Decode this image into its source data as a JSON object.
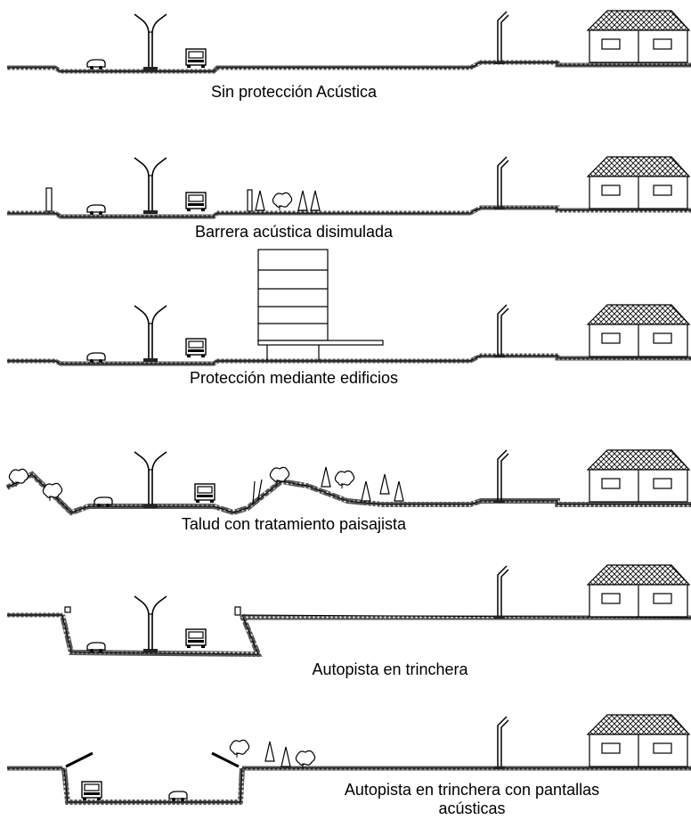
{
  "captions": {
    "sin_proteccion": "Sin protección Acústica",
    "barrera_disimulada": "Barrera acústica disimulada",
    "edificios": "Protección mediante edificios",
    "talud": "Talud con tratamiento paisajista",
    "trinchera": "Autopista en trinchera",
    "trinchera_pantallas_1": "Autopista en trinchera con pantallas",
    "trinchera_pantallas_2": "acústicas"
  },
  "colors": {
    "stroke": "#000000",
    "ground": "#3c3c3c",
    "fill": "#ffffff"
  }
}
